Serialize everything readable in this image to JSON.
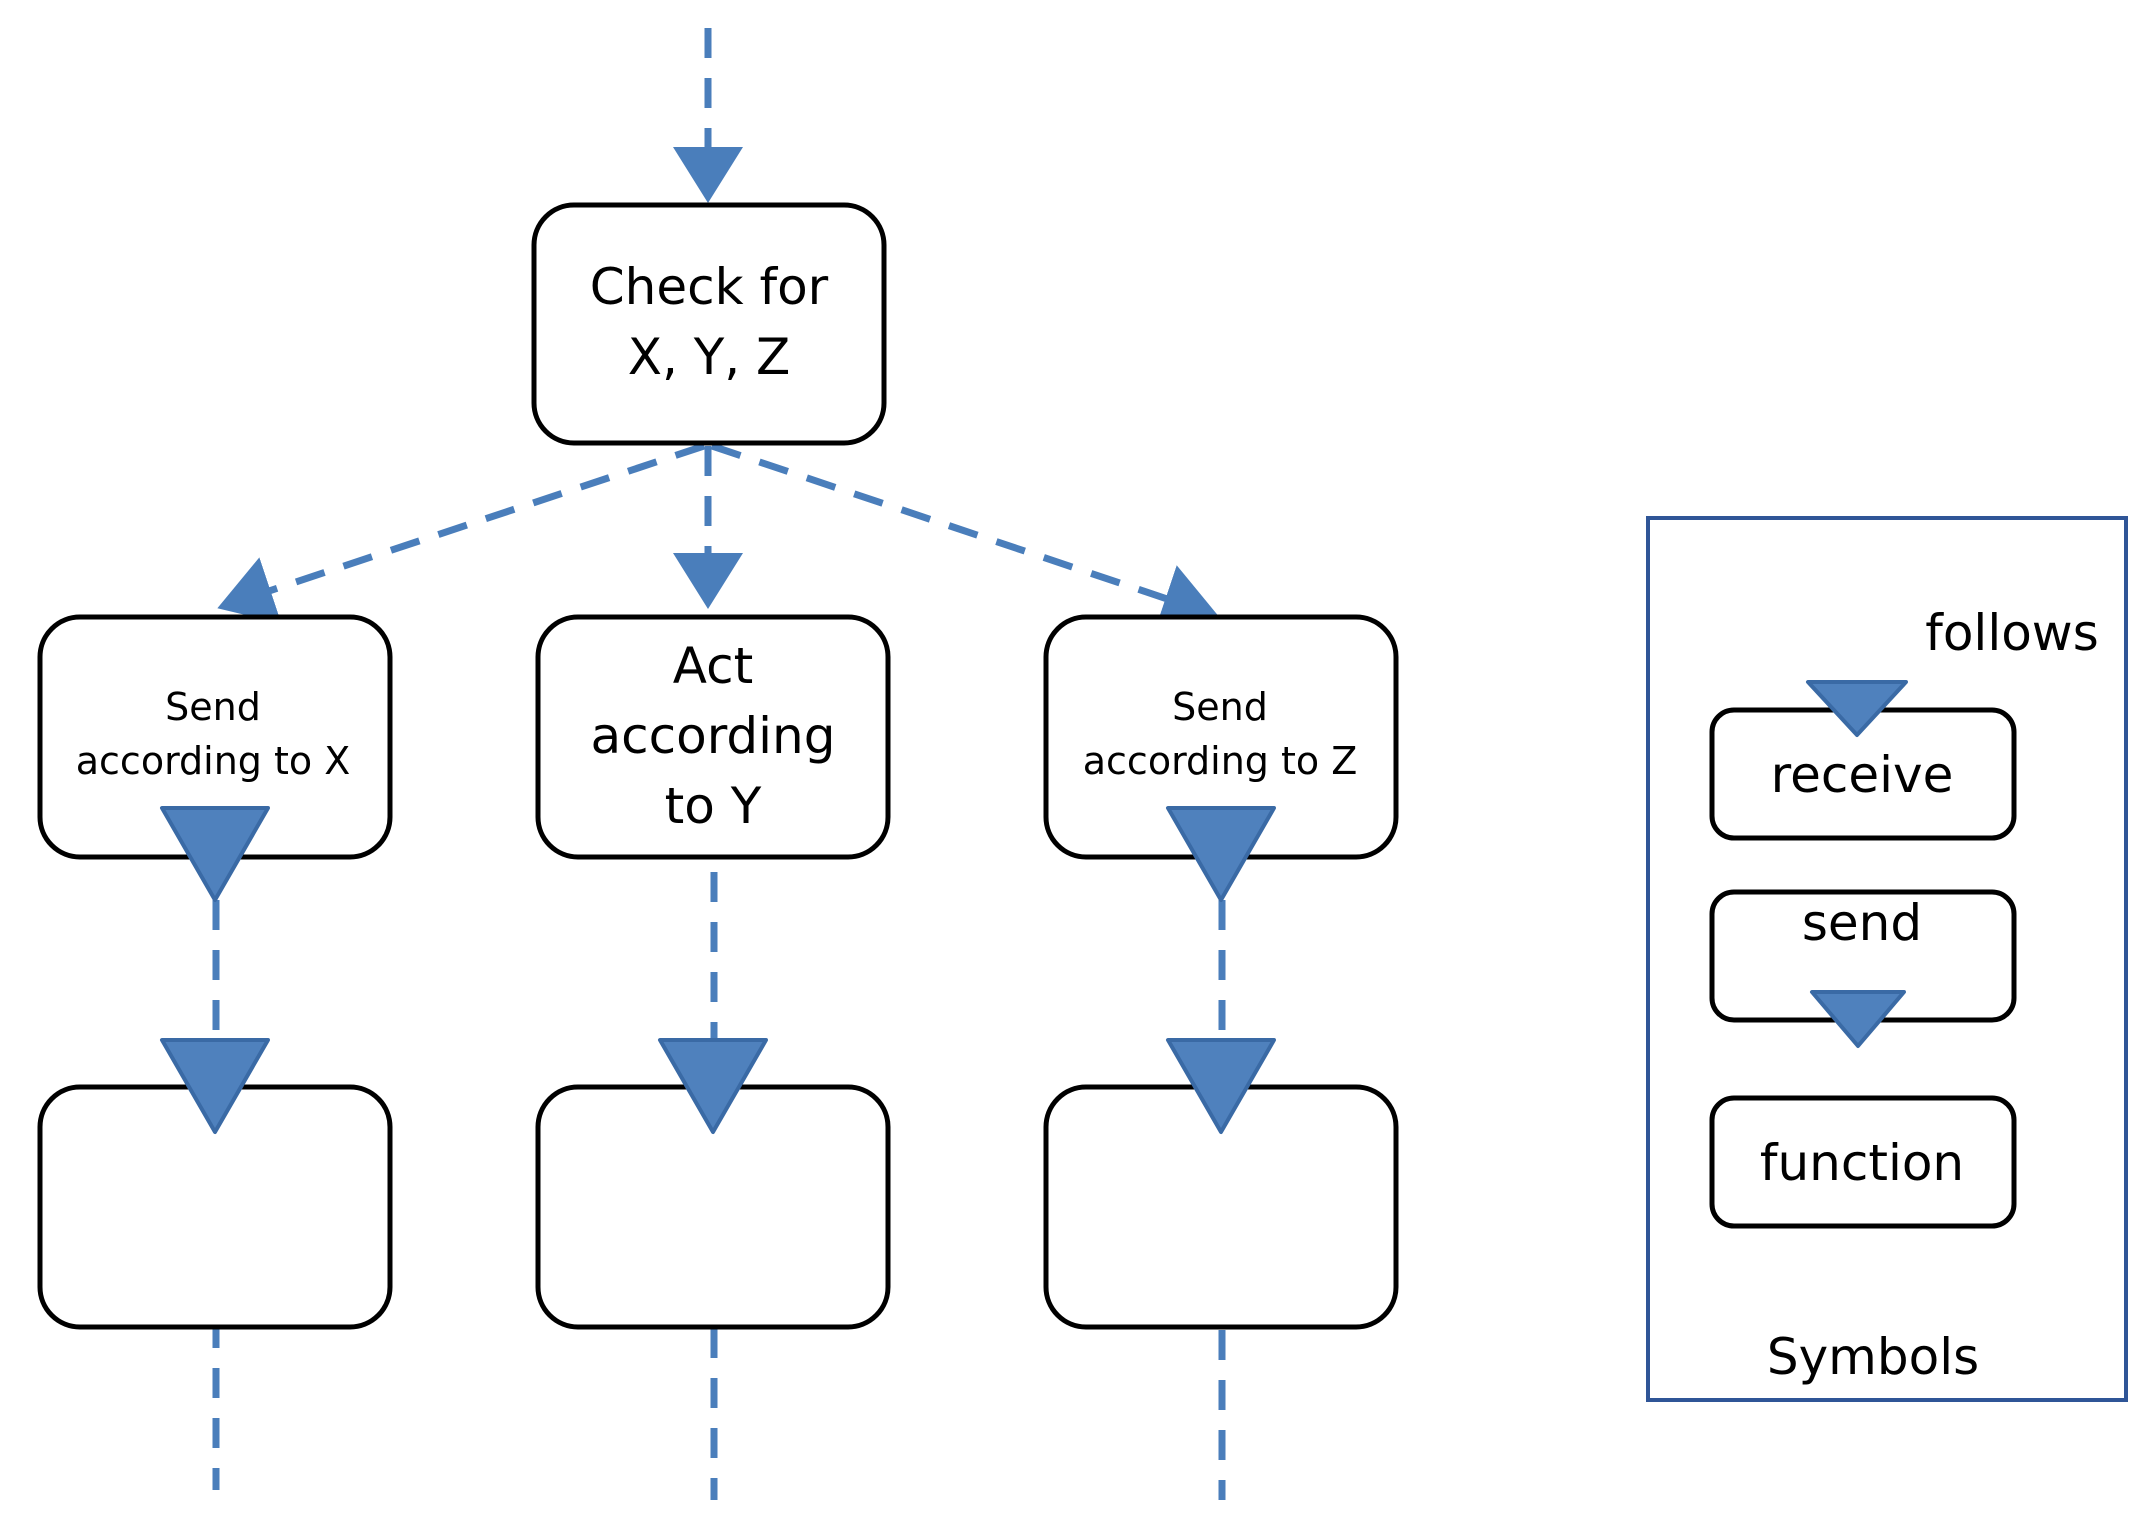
{
  "colors": {
    "connector": "#4A7EBB",
    "triangle_fill": "#4F81BD",
    "triangle_stroke": "#3A6AA5",
    "box_stroke": "#000000",
    "legend_border": "#2F5597"
  },
  "nodes": {
    "check": {
      "line1": "Check for",
      "line2": "X, Y, Z"
    },
    "send_x": {
      "line1": "Send",
      "line2": "according to X"
    },
    "act_y": {
      "line1": "Act",
      "line2": "according",
      "line3": "to  Y"
    },
    "send_z": {
      "line1": "Send",
      "line2": "according to Z"
    }
  },
  "legend": {
    "follows": "follows",
    "receive": "receive",
    "send": "send",
    "function": "function",
    "title": "Symbols"
  }
}
